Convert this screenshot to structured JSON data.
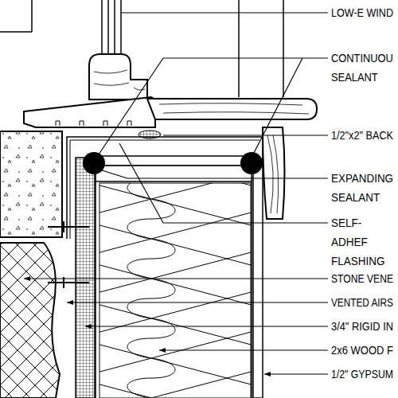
{
  "diagram": {
    "labels": [
      "LOW-E WIND",
      "CONTINUOU SEALANT",
      "1/2\"x2\" BACK",
      "EXPANDING SEALANT",
      "SELF-ADHEF FLASHING",
      "STONE VENE",
      "VENTED AIRS",
      "3/4\" RIGID IN",
      "2x6 WOOD F",
      "1/2\" GYPSUM"
    ]
  }
}
